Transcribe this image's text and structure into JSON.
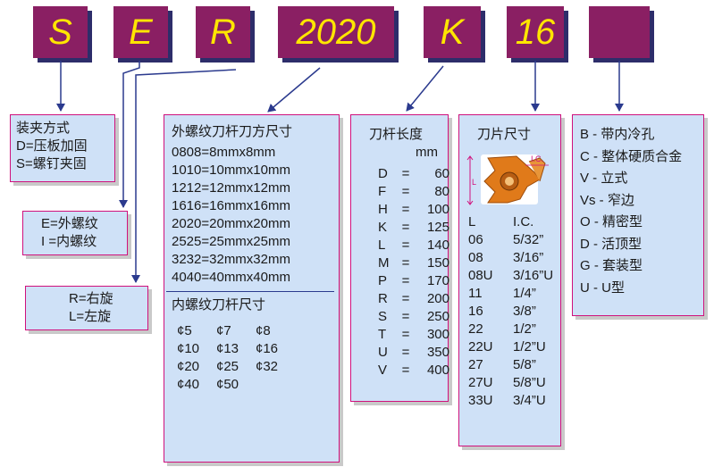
{
  "codes": [
    "S",
    "E",
    "R",
    "2020",
    "K",
    "16",
    ""
  ],
  "clamping": {
    "title": "装夹方式",
    "lines": [
      "D=压板加固",
      "S=螺钉夹固"
    ]
  },
  "thread_dir": {
    "lines": [
      "E=外螺纹",
      "I =内螺纹"
    ]
  },
  "hand": {
    "lines": [
      "R=右旋",
      "L=左旋"
    ]
  },
  "shank_size": {
    "title": "外螺纹刀杆刀方尺寸",
    "lines": [
      "0808=8mmx8mm",
      "1010=10mmx10mm",
      "1212=12mmx12mm",
      "1616=16mmx16mm",
      "2020=20mmx20mm",
      "2525=25mmx25mm",
      "3232=32mmx32mm",
      "4040=40mmx40mm"
    ],
    "internal_title": "内螺纹刀杆尺寸",
    "diameters": [
      [
        "¢5",
        "¢7",
        "¢8"
      ],
      [
        "¢10",
        "¢13",
        "¢16"
      ],
      [
        "¢20",
        "¢25",
        "¢32"
      ],
      [
        "¢40",
        "¢50",
        ""
      ]
    ]
  },
  "shank_length": {
    "title": "刀杆长度",
    "unit": "mm",
    "rows": [
      {
        "code": "D",
        "eq": "=",
        "len": "60"
      },
      {
        "code": "F",
        "eq": "=",
        "len": "80"
      },
      {
        "code": "H",
        "eq": "=",
        "len": "100"
      },
      {
        "code": "K",
        "eq": "=",
        "len": "125"
      },
      {
        "code": "L",
        "eq": "=",
        "len": "140"
      },
      {
        "code": "M",
        "eq": "=",
        "len": "150"
      },
      {
        "code": "P",
        "eq": "=",
        "len": "170"
      },
      {
        "code": "R",
        "eq": "=",
        "len": "200"
      },
      {
        "code": "S",
        "eq": "=",
        "len": "250"
      },
      {
        "code": "T",
        "eq": "=",
        "len": "300"
      },
      {
        "code": "U",
        "eq": "=",
        "len": "350"
      },
      {
        "code": "V",
        "eq": "=",
        "len": "400"
      }
    ]
  },
  "insert_size": {
    "title": "刀片尺寸",
    "fig_l": "L",
    "fig_ic": "I.C.",
    "header": [
      "L",
      "I.C."
    ],
    "rows": [
      [
        "06",
        "5/32”"
      ],
      [
        "08",
        "3/16”"
      ],
      [
        "08U",
        "3/16”U"
      ],
      [
        "11",
        "1/4”"
      ],
      [
        "16",
        "3/8”"
      ],
      [
        "22",
        "1/2”"
      ],
      [
        "22U",
        "1/2”U"
      ],
      [
        "27",
        "5/8”"
      ],
      [
        "27U",
        "5/8”U"
      ],
      [
        "33U",
        "3/4”U"
      ]
    ]
  },
  "suffix": {
    "lines": [
      "B - 带内冷孔",
      "C - 整体硬质合金",
      "V - 立式",
      "Vs - 窄边",
      "O - 精密型",
      "D - 活顶型",
      "G - 套装型",
      "U - U型"
    ]
  },
  "colors": {
    "code_box": "#8a1f63",
    "code_text": "#ffe600",
    "code_shadow": "#2d2d6a",
    "panel_bg": "#cfe1f7",
    "panel_border": "#d0117c",
    "connector": "#2b3a8e",
    "insert": "#e07a1a"
  }
}
